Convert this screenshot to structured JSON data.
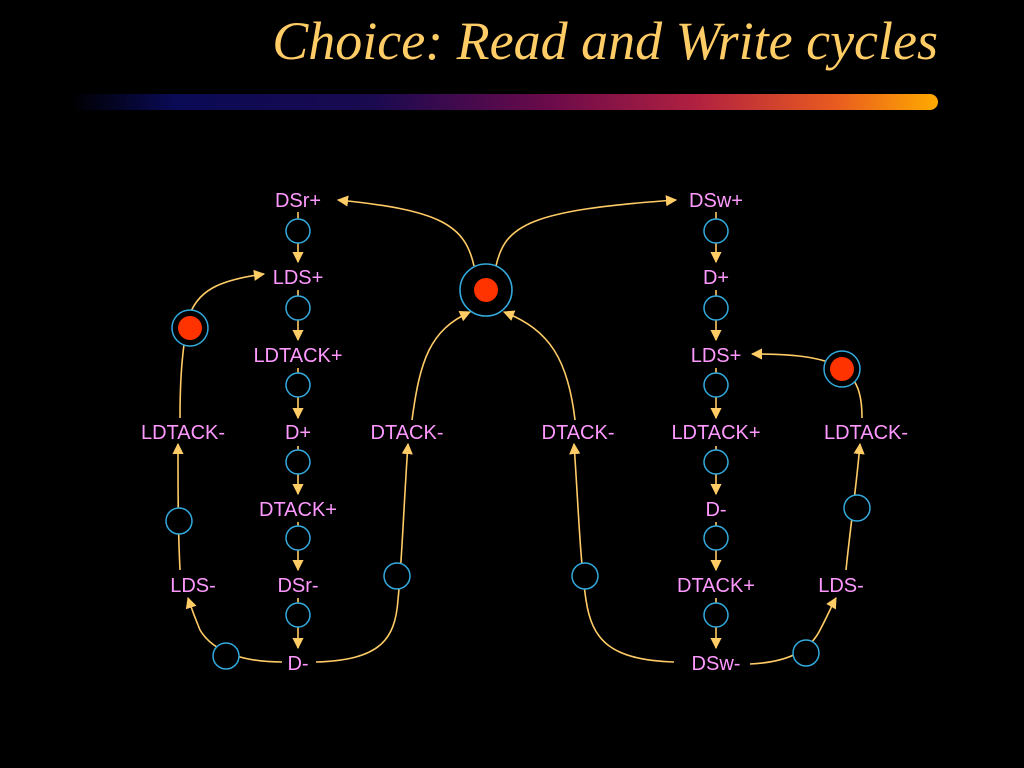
{
  "title": "Choice: Read and Write cycles",
  "colors": {
    "title": "#ffcc66",
    "label": "#ff99ff",
    "arc": "#ffcc66",
    "place": "#33aadd",
    "token": "#ff3300"
  },
  "labels": {
    "read_dsr_plus": "DSr+",
    "read_lds_plus": "LDS+",
    "read_ldtack_plus": "LDTACK+",
    "read_d_plus": "D+",
    "read_dtack_plus": "DTACK+",
    "read_dsr_minus": "DSr-",
    "read_d_minus": "D-",
    "read_ldtack_minus": "LDTACK-",
    "read_lds_minus": "LDS-",
    "read_dtack_minus": "DTACK-",
    "write_dsw_plus": "DSw+",
    "write_d_plus": "D+",
    "write_lds_plus": "LDS+",
    "write_ldtack_plus": "LDTACK+",
    "write_d_minus": "D-",
    "write_dtack_plus": "DTACK+",
    "write_dsw_minus": "DSw-",
    "write_ldtack_minus": "LDTACK-",
    "write_lds_minus": "LDS-",
    "write_dtack_minus": "DTACK-"
  }
}
